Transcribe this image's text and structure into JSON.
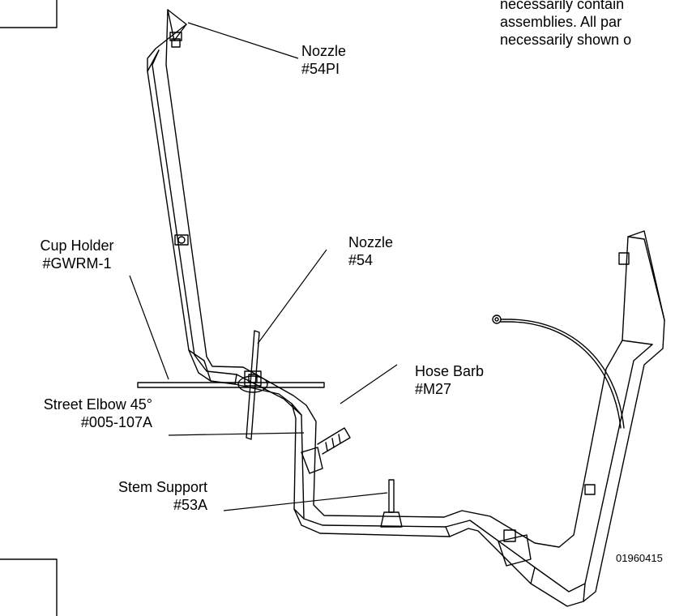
{
  "note": {
    "lines": [
      "necessarily contain",
      "assemblies.  All par",
      "necessarily shown o"
    ]
  },
  "labels": {
    "nozzle_top": {
      "name": "Nozzle",
      "part": "#54PI"
    },
    "nozzle_mid": {
      "name": "Nozzle",
      "part": "#54"
    },
    "cup_holder": {
      "name": "Cup Holder",
      "part": "#GWRM-1"
    },
    "hose_barb": {
      "name": "Hose Barb",
      "part": "#M27"
    },
    "street_elbow": {
      "name": "Street Elbow 45°",
      "part": "#005-107A"
    },
    "stem_support": {
      "name": "Stem Support",
      "part": "#53A"
    }
  },
  "drawing_number": "01960415"
}
